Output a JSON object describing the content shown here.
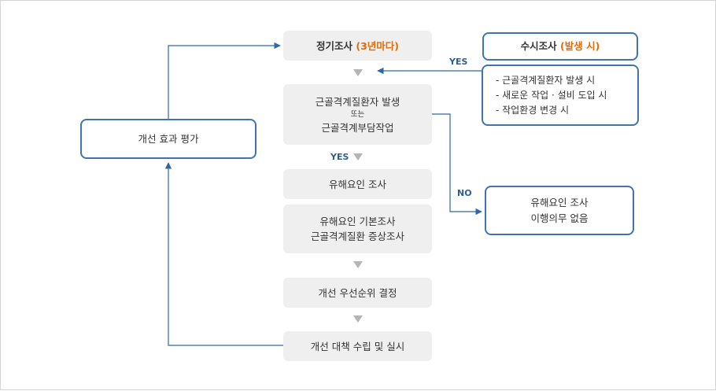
{
  "flow": {
    "step1": {
      "main": "정기조사",
      "accent": "(3년마다)"
    },
    "step2": {
      "line1": "근골격계질환자 발생",
      "or": "또는",
      "line2": "근골격계부담작업"
    },
    "step3": "유해요인 조사",
    "step4": {
      "line1": "유해요인 기본조사",
      "line2": "근골격계질환 증상조사"
    },
    "step5": "개선 우선순위 결정",
    "step6": "개선 대책 수립 및 실시"
  },
  "occasional": {
    "title": {
      "main": "수시조사",
      "accent": "(발생 시)"
    },
    "conditions": [
      "- 근골격계질환자 발생 시",
      "- 새로운 작업 · 설비 도입 시",
      "- 작업환경 변경 시"
    ]
  },
  "evaluation": "개선 효과 평가",
  "no_duty": {
    "line1": "유해요인 조사",
    "line2": "이행의무 없음"
  },
  "labels": {
    "yes_top": "YES",
    "yes_mid": "YES",
    "no": "NO"
  },
  "colors": {
    "box_border": "#3f74ac",
    "accent": "#e36c0a",
    "arrow": "#2f68a8",
    "gray_box": "#efefef"
  }
}
